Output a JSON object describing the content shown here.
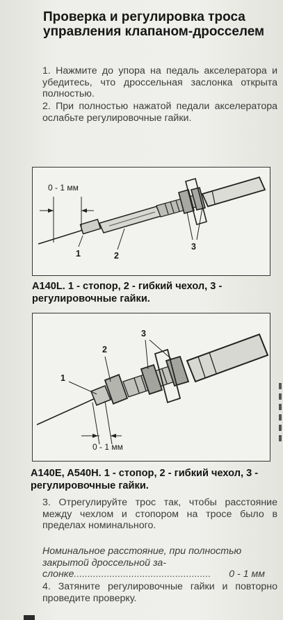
{
  "title": "Проверка и регулировка троса управления клапаном-дросселем",
  "steps": [
    "1. Нажмите до упора на педаль акселератора и убедитесь, что дроссельная заслонка открыта полностью.",
    "2. При полностью нажатой педали акселератора ослабьте регулировочные гайки.",
    "3. Отрегулируйте трос так, чтобы расстояние между чехлом и стопором на тросе было в пределах номинального.",
    "4. Затяните регулировочные гайки и повторно проведите проверку."
  ],
  "figure1": {
    "dimension": "0 - 1 мм",
    "labels": [
      "1",
      "2",
      "3"
    ],
    "model": "A140L.",
    "caption": " 1 - стопор, 2 - гибкий чехол, 3 - регулировочные гайки."
  },
  "figure2": {
    "dimension": "0 - 1 мм",
    "labels": [
      "1",
      "2",
      "3"
    ],
    "model": "A140E, A540H.",
    "caption": " 1 - стопор, 2 - гибкий чехол, 3 - регулировочные гайки."
  },
  "nominal": {
    "text": "Номинальное расстояние, при полностью закрытой дроссельной за-",
    "condition_end": "слонке",
    "value": "0 - 1 мм"
  }
}
